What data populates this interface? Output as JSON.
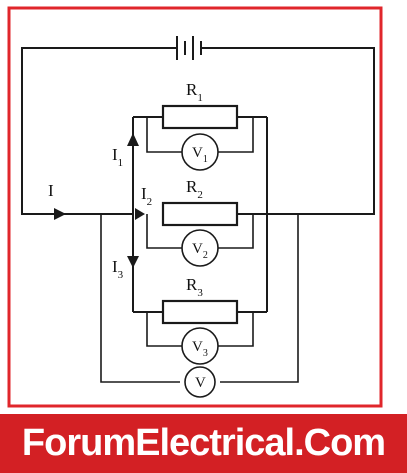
{
  "labels": {
    "current_total": "I",
    "branch_currents": [
      {
        "base": "I",
        "sub": "1"
      },
      {
        "base": "I",
        "sub": "2"
      },
      {
        "base": "I",
        "sub": "3"
      }
    ],
    "resistors": [
      {
        "base": "R",
        "sub": "1"
      },
      {
        "base": "R",
        "sub": "2"
      },
      {
        "base": "R",
        "sub": "3"
      }
    ],
    "voltmeters": [
      {
        "base": "V",
        "sub": "1"
      },
      {
        "base": "V",
        "sub": "2"
      },
      {
        "base": "V",
        "sub": "3"
      }
    ],
    "total_voltmeter": "V"
  },
  "watermark": {
    "text": "ForumElectrical.Com",
    "background_color": "#d32024",
    "text_color": "#ffffff"
  },
  "frame_color": "#e0262b"
}
